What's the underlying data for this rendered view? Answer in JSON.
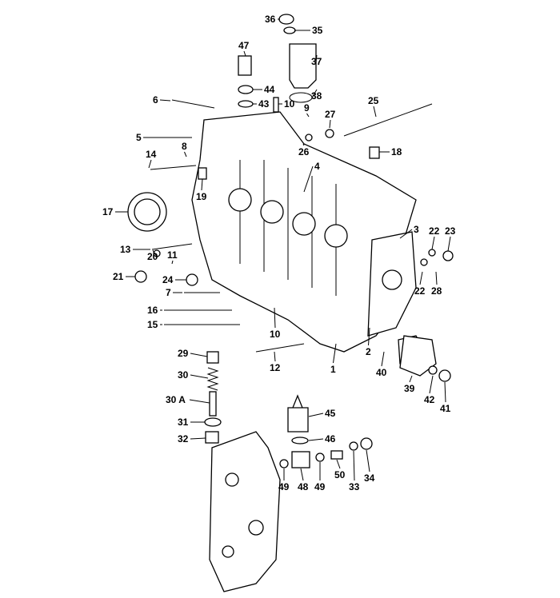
{
  "diagram": {
    "type": "exploded-parts-diagram",
    "subject": "crankcase",
    "callouts": [
      {
        "id": "36",
        "label": "36"
      },
      {
        "id": "35",
        "label": "35"
      },
      {
        "id": "47",
        "label": "47"
      },
      {
        "id": "37",
        "label": "37"
      },
      {
        "id": "44",
        "label": "44"
      },
      {
        "id": "43",
        "label": "43"
      },
      {
        "id": "10a",
        "label": "10"
      },
      {
        "id": "38",
        "label": "38"
      },
      {
        "id": "25",
        "label": "25"
      },
      {
        "id": "6",
        "label": "6"
      },
      {
        "id": "9",
        "label": "9"
      },
      {
        "id": "27",
        "label": "27"
      },
      {
        "id": "26",
        "label": "26"
      },
      {
        "id": "18",
        "label": "18"
      },
      {
        "id": "5",
        "label": "5"
      },
      {
        "id": "8",
        "label": "8"
      },
      {
        "id": "14",
        "label": "14"
      },
      {
        "id": "4",
        "label": "4"
      },
      {
        "id": "19",
        "label": "19"
      },
      {
        "id": "17",
        "label": "17"
      },
      {
        "id": "3",
        "label": "3"
      },
      {
        "id": "22a",
        "label": "22"
      },
      {
        "id": "23",
        "label": "23"
      },
      {
        "id": "13",
        "label": "13"
      },
      {
        "id": "20",
        "label": "20"
      },
      {
        "id": "11",
        "label": "11"
      },
      {
        "id": "21",
        "label": "21"
      },
      {
        "id": "24",
        "label": "24"
      },
      {
        "id": "22b",
        "label": "22"
      },
      {
        "id": "28",
        "label": "28"
      },
      {
        "id": "7",
        "label": "7"
      },
      {
        "id": "16",
        "label": "16"
      },
      {
        "id": "15",
        "label": "15"
      },
      {
        "id": "10b",
        "label": "10"
      },
      {
        "id": "2",
        "label": "2"
      },
      {
        "id": "40",
        "label": "40"
      },
      {
        "id": "12",
        "label": "12"
      },
      {
        "id": "1",
        "label": "1"
      },
      {
        "id": "39",
        "label": "39"
      },
      {
        "id": "42",
        "label": "42"
      },
      {
        "id": "41",
        "label": "41"
      },
      {
        "id": "29",
        "label": "29"
      },
      {
        "id": "30",
        "label": "30"
      },
      {
        "id": "30A",
        "label": "30 A"
      },
      {
        "id": "31",
        "label": "31"
      },
      {
        "id": "45",
        "label": "45"
      },
      {
        "id": "32",
        "label": "32"
      },
      {
        "id": "46",
        "label": "46"
      },
      {
        "id": "49a",
        "label": "49"
      },
      {
        "id": "48",
        "label": "48"
      },
      {
        "id": "49b",
        "label": "49"
      },
      {
        "id": "50",
        "label": "50"
      },
      {
        "id": "33",
        "label": "33"
      },
      {
        "id": "34",
        "label": "34"
      }
    ]
  }
}
